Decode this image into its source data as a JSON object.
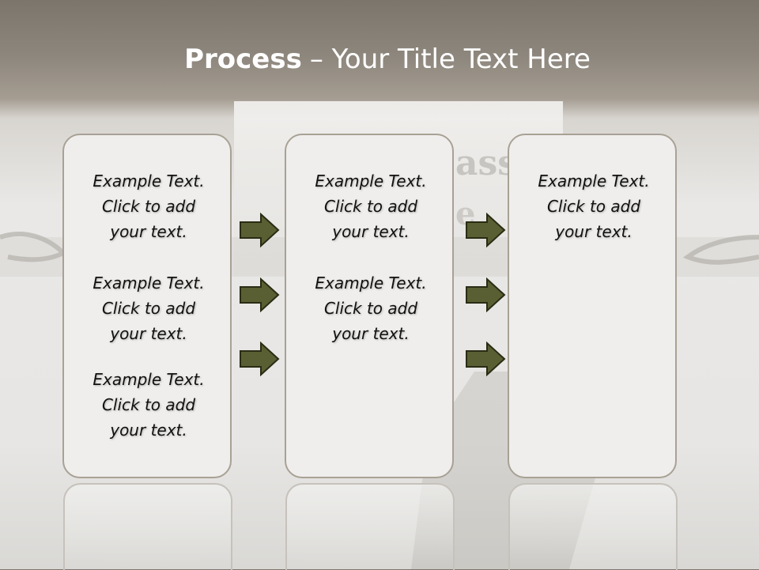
{
  "title": {
    "bold": "Process",
    "rest": "– Your Title Text Here"
  },
  "background_text": {
    "line1": "ass",
    "line2": "e"
  },
  "colors": {
    "arrow_fill": "#5a5f33",
    "arrow_stroke": "#2a2c14",
    "box_border": "#a8a195",
    "box_fill": "#efeeec"
  },
  "columns": [
    {
      "items": [
        {
          "line1": "Example Text.",
          "line2": "Click  to add",
          "line3": "your text."
        },
        {
          "line1": "Example Text.",
          "line2": "Click  to add",
          "line3": "your text."
        },
        {
          "line1": "Example Text.",
          "line2": "Click  to add",
          "line3": "your text."
        }
      ]
    },
    {
      "items": [
        {
          "line1": "Example Text.",
          "line2": "Click  to add",
          "line3": "your text."
        },
        {
          "line1": "Example Text.",
          "line2": "Click  to add",
          "line3": "your text."
        }
      ]
    },
    {
      "items": [
        {
          "line1": "Example Text.",
          "line2": "Click  to add",
          "line3": "your text."
        }
      ]
    }
  ],
  "arrows": {
    "between_1_2": 3,
    "between_2_3": 3,
    "icon": "right-arrow-icon"
  }
}
